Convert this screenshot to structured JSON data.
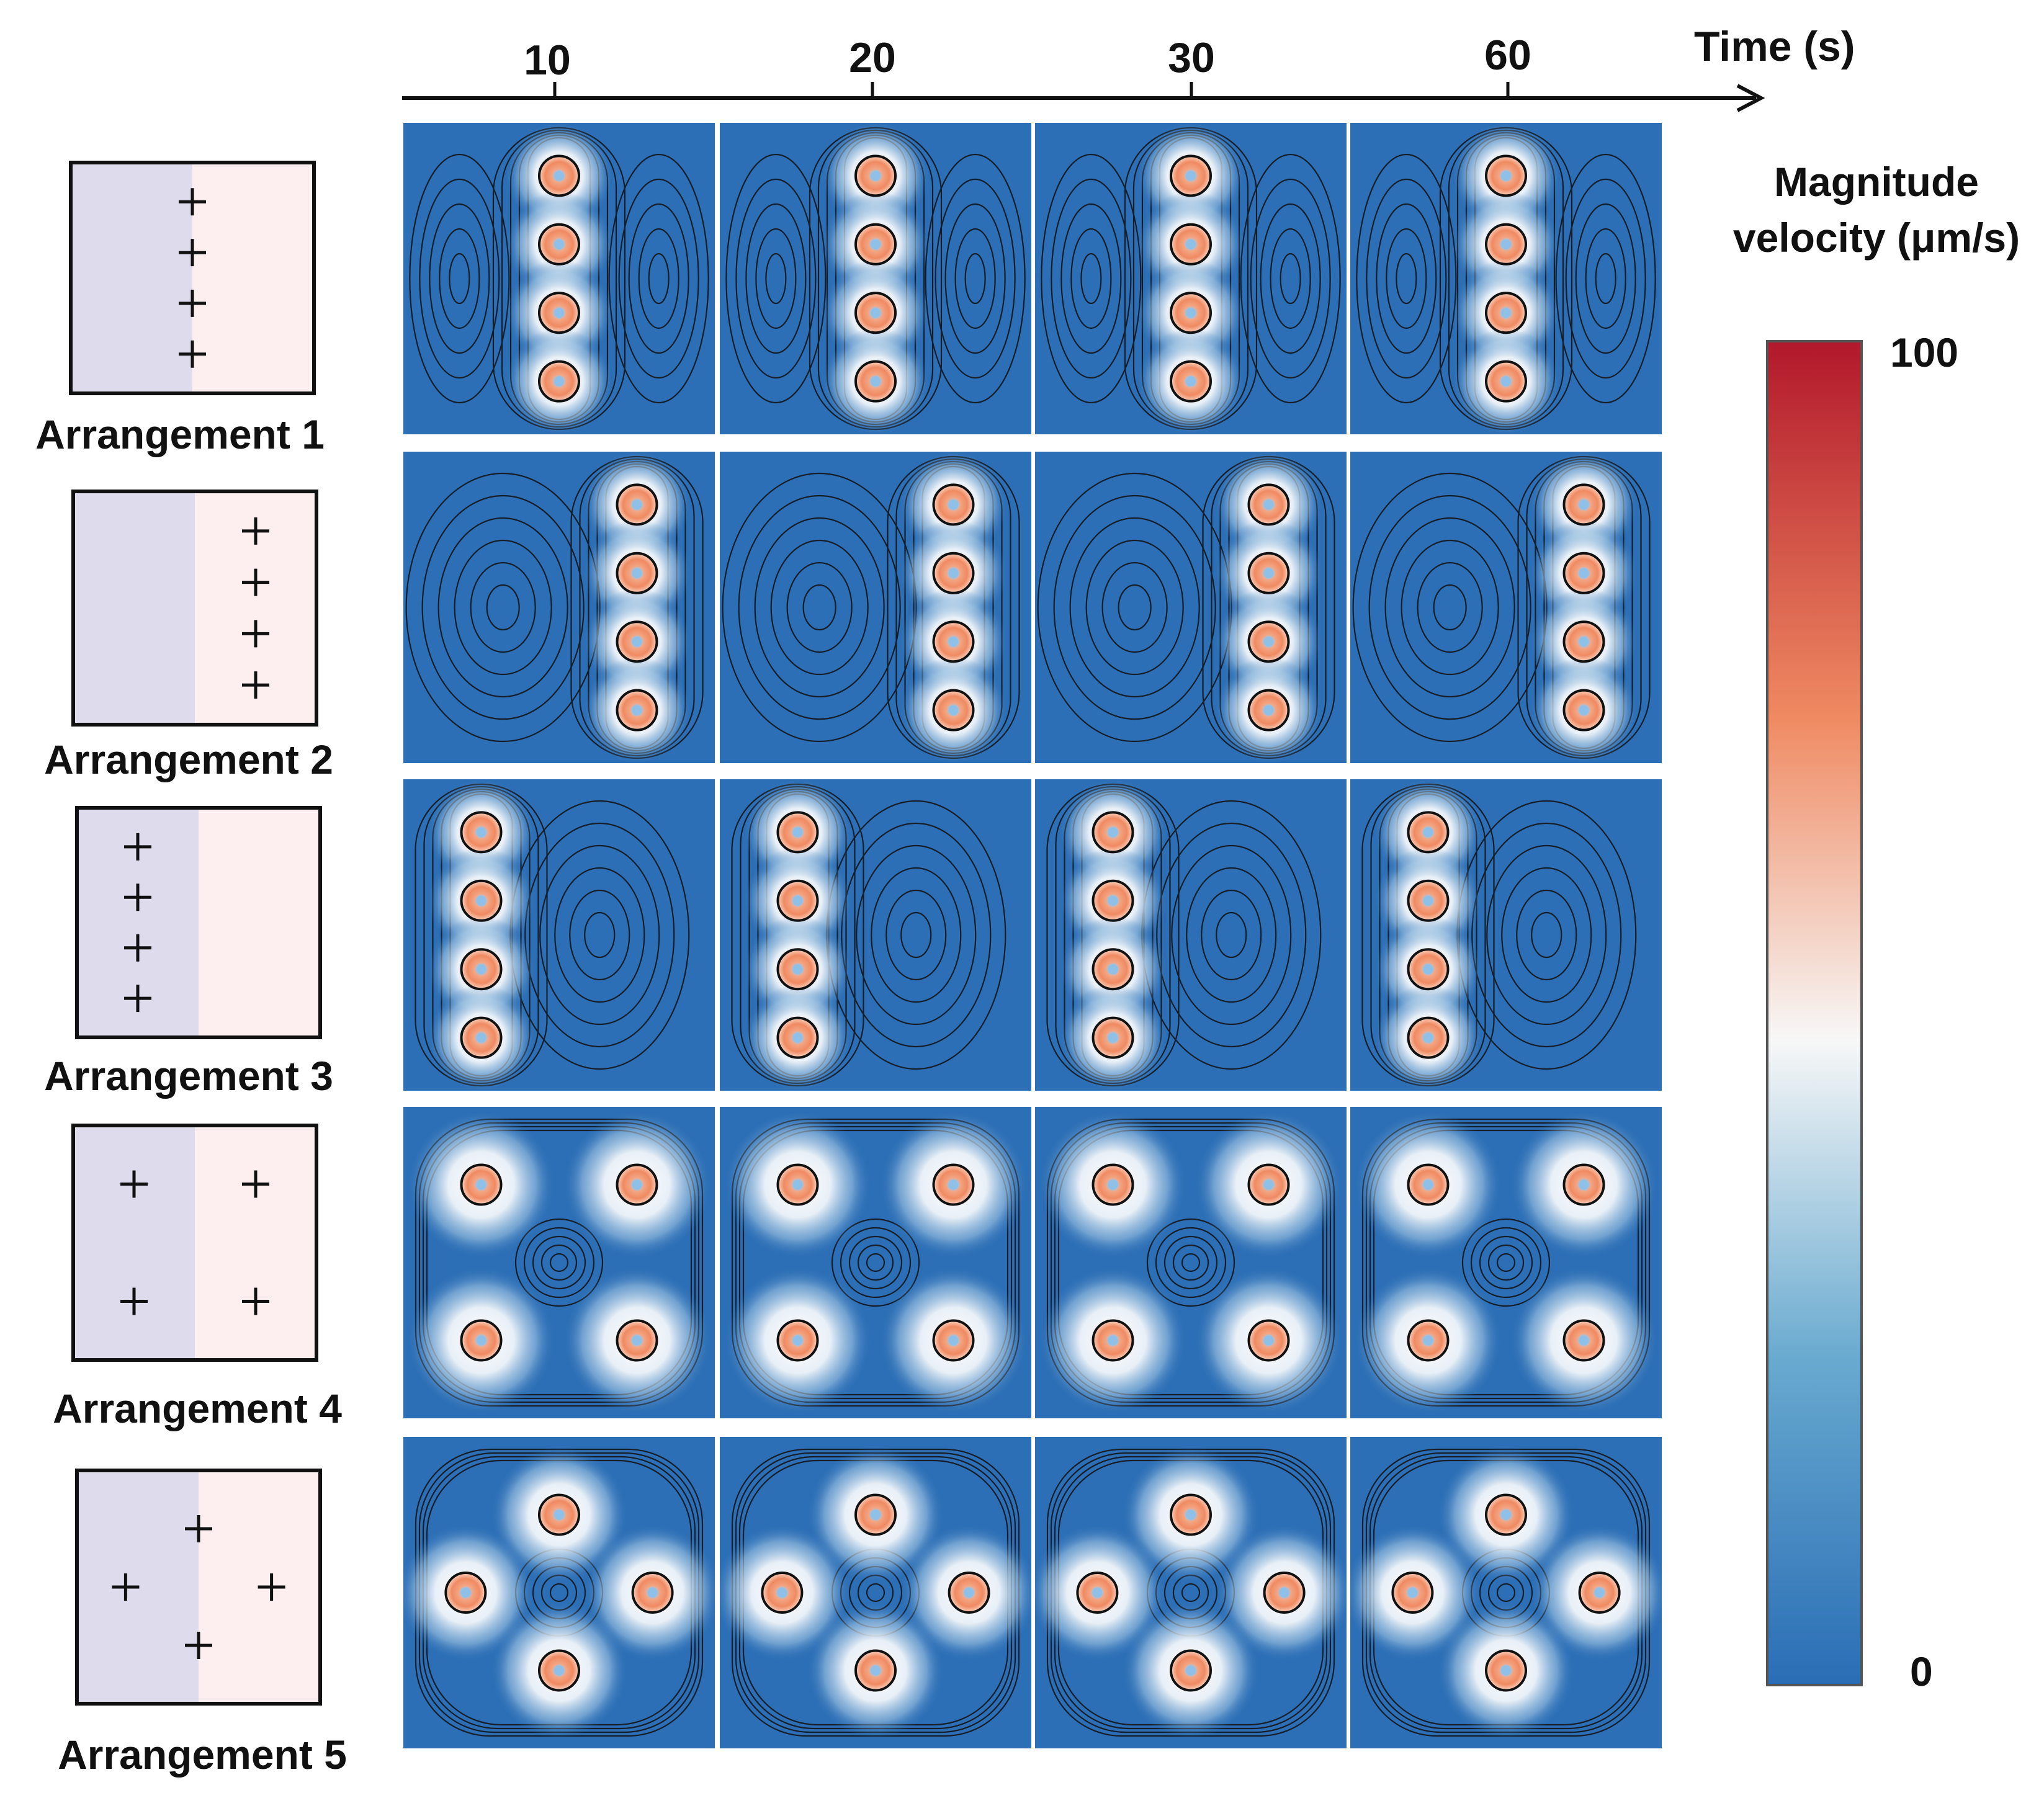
{
  "time_axis": {
    "label": "Time (s)",
    "ticks": [
      "10",
      "20",
      "30",
      "60"
    ]
  },
  "arrangements": [
    {
      "label": "Arrangement 1",
      "electrodes": [
        [
          0.5,
          0.17
        ],
        [
          0.5,
          0.39
        ],
        [
          0.5,
          0.61
        ],
        [
          0.5,
          0.83
        ]
      ]
    },
    {
      "label": "Arrangement 2",
      "electrodes": [
        [
          0.75,
          0.17
        ],
        [
          0.75,
          0.39
        ],
        [
          0.75,
          0.61
        ],
        [
          0.75,
          0.83
        ]
      ]
    },
    {
      "label": "Arrangement 3",
      "electrodes": [
        [
          0.25,
          0.17
        ],
        [
          0.25,
          0.39
        ],
        [
          0.25,
          0.61
        ],
        [
          0.25,
          0.83
        ]
      ]
    },
    {
      "label": "Arrangement 4",
      "electrodes": [
        [
          0.25,
          0.25
        ],
        [
          0.75,
          0.25
        ],
        [
          0.25,
          0.75
        ],
        [
          0.75,
          0.75
        ]
      ]
    },
    {
      "label": "Arrangement 5",
      "electrodes": [
        [
          0.5,
          0.25
        ],
        [
          0.2,
          0.5
        ],
        [
          0.8,
          0.5
        ],
        [
          0.5,
          0.75
        ]
      ]
    }
  ],
  "colorbar": {
    "title_line1": "Magnitude",
    "title_line2": "velocity (μm/s)",
    "max_label": "100",
    "min_label": "0",
    "colors": {
      "high": "#b2182b",
      "mid_high": "#ef8a62",
      "mid": "#f7f7f7",
      "mid_low": "#67a9cf",
      "low": "#2a6db5"
    }
  },
  "colors": {
    "field_background": "#2d6fb6",
    "left_half": "#dedbec",
    "right_half": "#fdeff0",
    "hot_core": "#ef8a62",
    "streamline": "#111111"
  }
}
